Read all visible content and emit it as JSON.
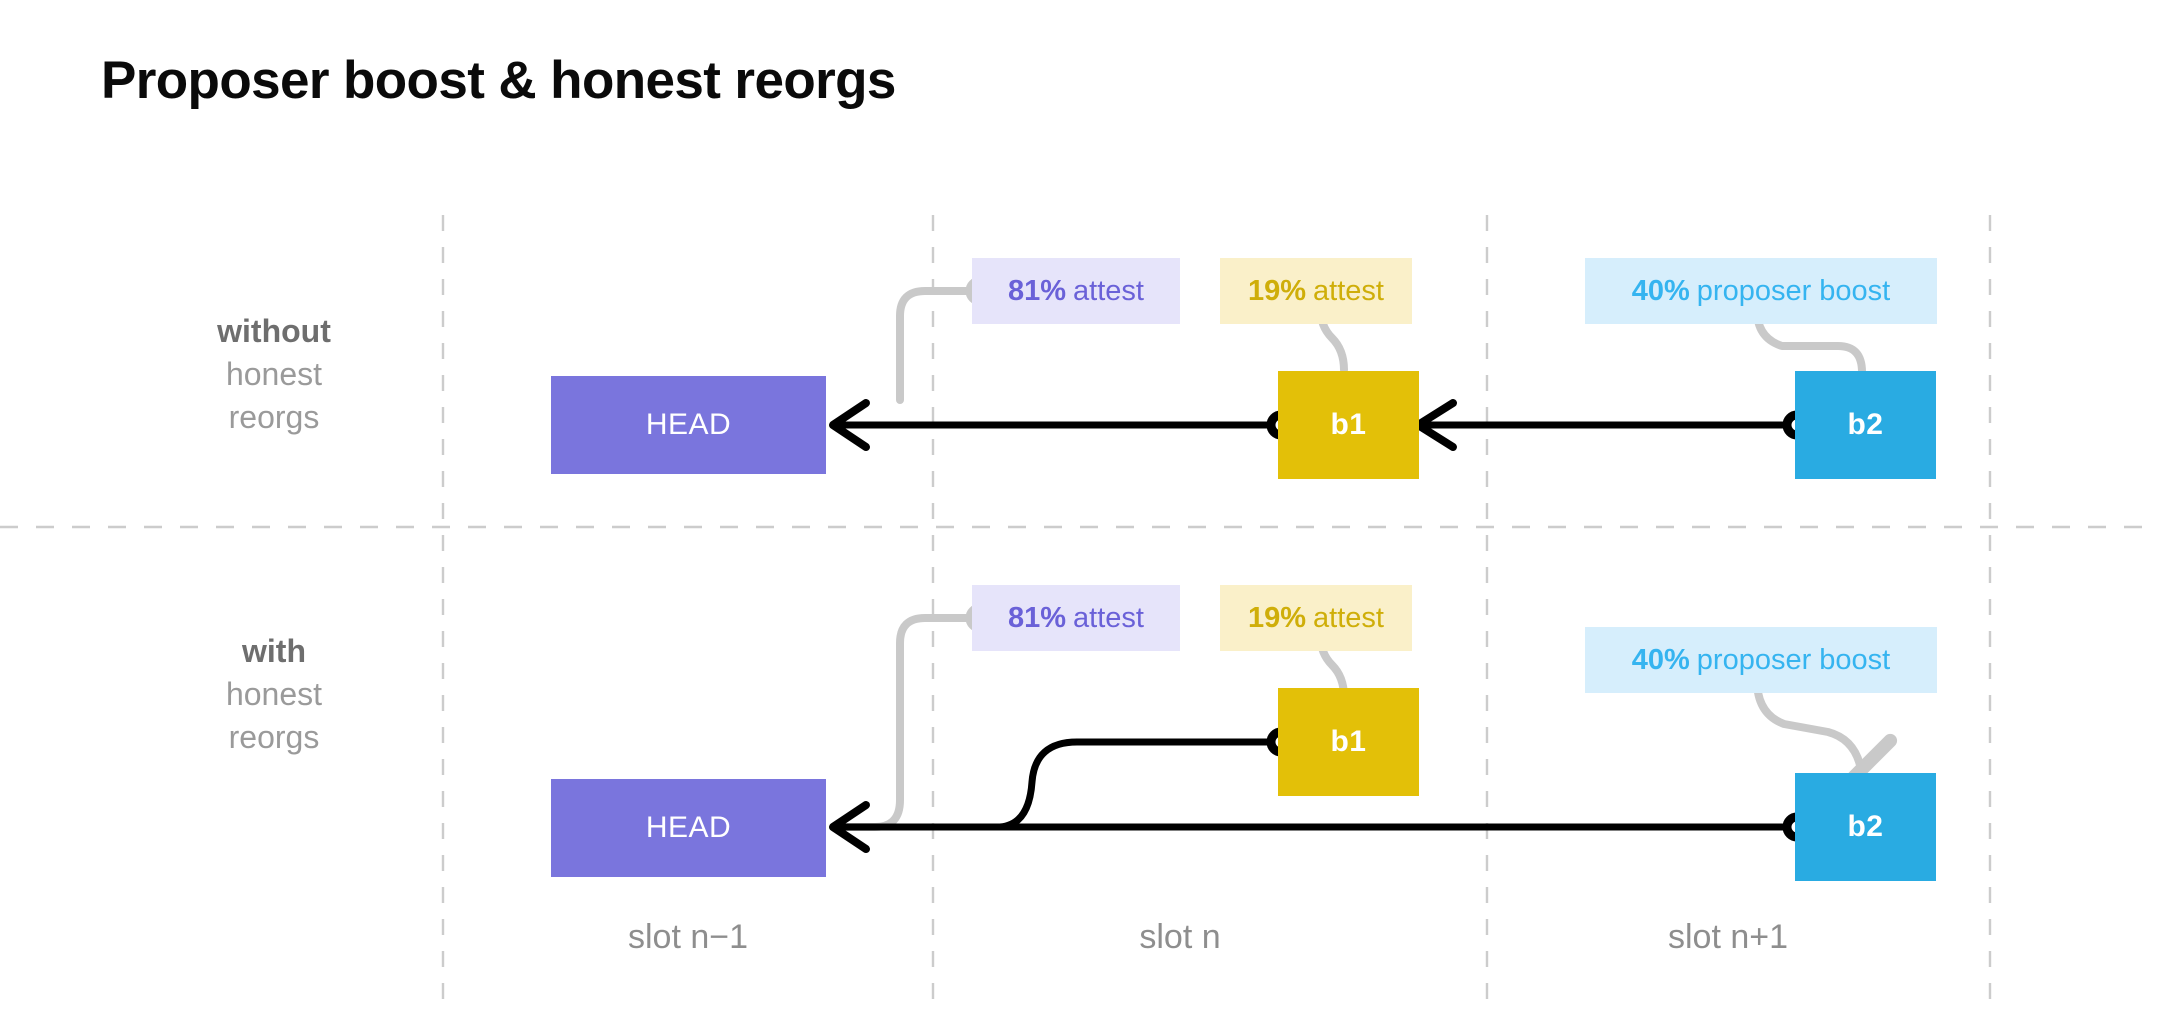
{
  "page": {
    "title": "Proposer boost & honest reorgs",
    "background": "#ffffff"
  },
  "colors": {
    "head_block": "#7a75dd",
    "b1_block": "#e3c008",
    "b2_block": "#29abe2",
    "attest_81_bg": "#e6e4fa",
    "attest_81_fg": "#6a61d8",
    "attest_19_bg": "#faf0c9",
    "attest_19_fg": "#cfae09",
    "boost_bg": "#d6eefc",
    "boost_fg": "#35b4f0",
    "gridline": "#cccccc",
    "connector": "#c9c9c9",
    "edge": "#000000",
    "label_text": "#8f8f8f"
  },
  "rows": [
    {
      "id": "without",
      "label_strong": "without",
      "label_line2": "honest",
      "label_line3": "reorgs",
      "blocks": [
        {
          "id": "head",
          "label": "HEAD",
          "slot": "slot n-1"
        },
        {
          "id": "b1",
          "label": "b1",
          "slot": "slot n"
        },
        {
          "id": "b2",
          "label": "b2",
          "slot": "slot n+1"
        }
      ],
      "badges": [
        {
          "id": "attest81",
          "pct": "81%",
          "text": "attest"
        },
        {
          "id": "attest19",
          "pct": "19%",
          "text": "attest"
        },
        {
          "id": "boost40",
          "pct": "40%",
          "text": "proposer boost"
        }
      ]
    },
    {
      "id": "with",
      "label_strong": "with",
      "label_line2": "honest",
      "label_line3": "reorgs",
      "blocks": [
        {
          "id": "head",
          "label": "HEAD",
          "slot": "slot n-1"
        },
        {
          "id": "b1",
          "label": "b1",
          "slot": "slot n"
        },
        {
          "id": "b2",
          "label": "b2",
          "slot": "slot n+1"
        }
      ],
      "badges": [
        {
          "id": "attest81",
          "pct": "81%",
          "text": "attest"
        },
        {
          "id": "attest19",
          "pct": "19%",
          "text": "attest"
        },
        {
          "id": "boost40",
          "pct": "40%",
          "text": "proposer boost"
        }
      ]
    }
  ],
  "slots": [
    {
      "id": "slot-prev",
      "label": "slot n−1"
    },
    {
      "id": "slot-n",
      "label": "slot n"
    },
    {
      "id": "slot-next",
      "label": "slot n+1"
    }
  ]
}
